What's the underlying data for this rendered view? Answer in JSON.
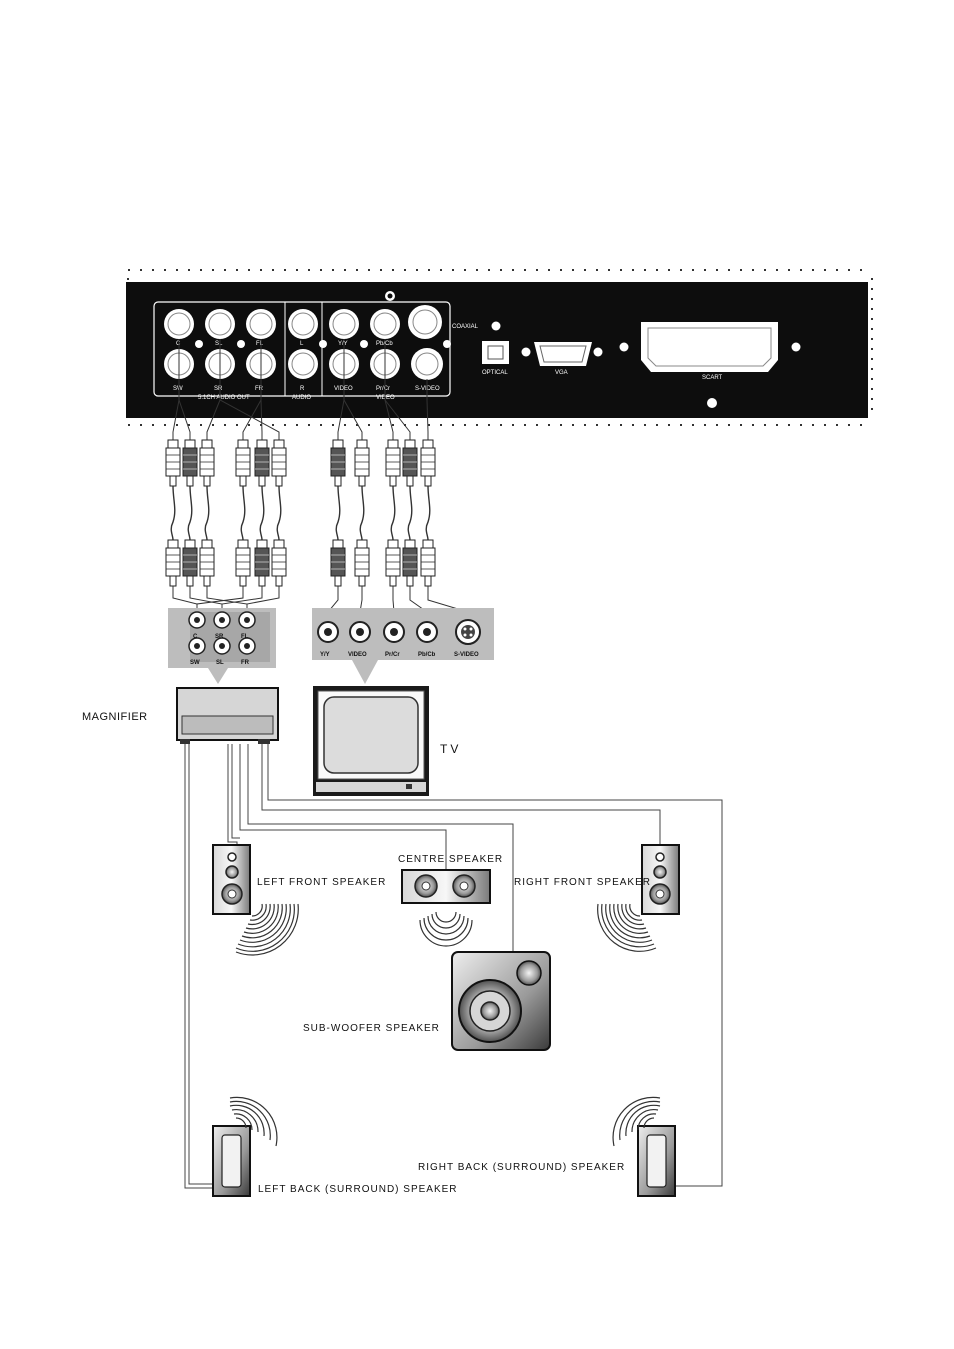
{
  "panel": {
    "jacks_top": [
      "C",
      "SL",
      "FL",
      "L",
      "Y/Y",
      "Pb/Cb"
    ],
    "jacks_bottom": [
      "SW",
      "SR",
      "FR",
      "R",
      "VIDEO",
      "Pr/Cr",
      "S-VIDEO"
    ],
    "group_audio51": "5.1CH AUDIO OUT",
    "group_audio": "AUDIO",
    "group_video": "VIDEO",
    "coaxial": "COAXIAL",
    "optical": "OPTICAL",
    "vga": "VGA",
    "scart": "SCART"
  },
  "amp_box": {
    "top": [
      "C",
      "SR",
      "FL"
    ],
    "bottom": [
      "SW",
      "SL",
      "FR"
    ]
  },
  "tv_box": {
    "labels": [
      "Y/Y",
      "VIDEO",
      "Pr/Cr",
      "Pb/Cb",
      "S-VIDEO"
    ]
  },
  "devices": {
    "magnifier": "MAGNIFIER",
    "tv": "TV"
  },
  "speakers": {
    "left_front": "LEFT FRONT SPEAKER",
    "centre": "CENTRE SPEAKER",
    "right_front": "RIGHT FRONT SPEAKER",
    "subwoofer": "SUB-WOOFER SPEAKER",
    "left_back": "LEFT BACK (SURROUND) SPEAKER",
    "right_back": "RIGHT BACK (SURROUND) SPEAKER"
  }
}
